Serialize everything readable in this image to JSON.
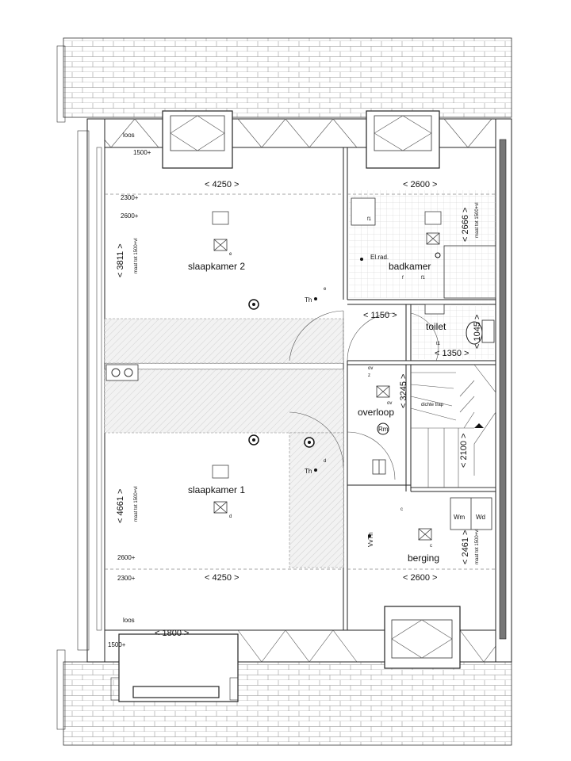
{
  "rooms": {
    "slaapkamer2": "slaapkamer 2",
    "slaapkamer1": "slaapkamer 1",
    "badkamer": "badkamer",
    "toilet": "toilet",
    "overloop": "overloop",
    "berging": "berging"
  },
  "dimensions": {
    "top_left_width": "< 4250 >",
    "top_right_width": "< 2600 >",
    "bath_height": "< 2666 >",
    "sk2_height": "< 3811 >",
    "hall_width": "< 1150 >",
    "toilet_width": "< 1350 >",
    "toilet_height": "< 1045 >",
    "overloop_height": "< 3245 >",
    "stair_height": "< 2100 >",
    "sk1_height": "< 4661 >",
    "bottom_left_width": "< 4250 >",
    "bottom_right_width": "< 2600 >",
    "berging_height": "< 2461 >",
    "dormer_width": "< 1800 >"
  },
  "heights": {
    "h1500_top": "1500+",
    "h2300_top": "2300+",
    "h2600_top": "2600+",
    "h2600_bottom": "2600+",
    "h2300_bottom": "2300+",
    "h1500_bottom": "1500+"
  },
  "notes": {
    "maat_tot": "maat tot 1500+vl",
    "loos_top": "loos",
    "loos_bottom": "loos",
    "dichte_trap": "dichte trap",
    "el_rad": "El.rad."
  },
  "symbols": {
    "th_top": "Th",
    "th_bottom": "Th",
    "vvth": "VvTh",
    "rm": "Rm",
    "wm": "Wm",
    "wd": "Wd",
    "f1_sink": "f1",
    "f_bath": "f",
    "f1_bath": "f1",
    "t1": "t1",
    "e_top": "e",
    "e_door": "e",
    "ov1": "ov",
    "z": "z",
    "ov2": "ov",
    "d_room": "d",
    "d_door": "d",
    "c_door": "c",
    "c_berging": "c"
  }
}
